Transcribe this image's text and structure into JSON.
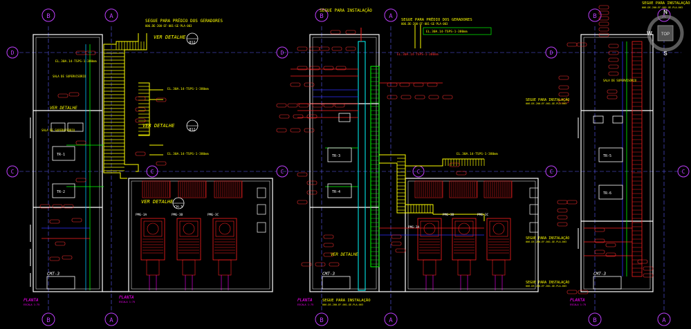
{
  "grid_markers": {
    "top": [
      "B",
      "A",
      "B",
      "A",
      "B",
      "A"
    ],
    "bottom": [
      "B",
      "A",
      "B",
      "A",
      "B",
      "A"
    ],
    "side": [
      "C",
      "C",
      "C",
      "C",
      "C",
      "C"
    ],
    "side_small": [
      "D",
      "D",
      "D"
    ]
  },
  "nav_cube": {
    "n": "N",
    "w": "W",
    "s": "S",
    "top": "TOP"
  },
  "left_panel": {
    "header_text": "SEGUE PARA PRÉDIO DOS GERADORES",
    "header_ref": "006.DE-200-EF-001-GE-PLA-003",
    "ver_detalhe_1": "VER DETALHE",
    "detalhe_ref_1": "012",
    "ver_detalhe_2": "VER DETALHE",
    "detalhe_ref_2": "012",
    "ver_detalhe_3": "VER DETALHE",
    "detalhe_ref_3": "CH-3",
    "ver_detalhe_4": "VER DETALHE",
    "sala_label": "SALA DE SUPERVISÓRIO",
    "tag_1": "EL.30A.14-TSPS-1-380mm",
    "tag_2": "EL.30A.14-TSPS-1-380mm",
    "tag_3": "EL.30A.14-TSPS-1-380mm",
    "sala2_label": "SALA DE SUPERVISÓRIO",
    "tr_1": "TR-1",
    "tr_2": "TR-2",
    "pmg_1": "PMG-3A",
    "pmg_2": "PMG-3B",
    "pmg_3": "PMG-3C",
    "cmt": "CMT-3",
    "planta": "PLANTA",
    "escala": "ESCALA 1:75"
  },
  "middle_panel": {
    "header_text": "SEGUE PARA INSTALAÇÃO",
    "header_text_2": "SEGUE PARA PRÉDIO DOS GERADORES",
    "header_ref": "006.DE-200-EF-001-GE-PLA-003",
    "tag_1": "EL.30A.14-TSPS-1-380mm",
    "tag_2": "EL.30A.14-TSPS-1-380mm",
    "tag_3": "EL.30A.14-TSPS-1-380mm",
    "tr_1": "TR-3",
    "tr_2": "TR-4",
    "pmg_1": "PMG-3A",
    "pmg_2": "PMG-3B",
    "pmg_3": "PMG-3C",
    "ver_detalhe": "VER DETALHE",
    "cmt": "CMT-3",
    "planta": "PLANTA",
    "escala": "ESCALA 1:75",
    "segue": "SEGUE PARA INSTALAÇÃO",
    "segue_ref": "006.DE-200-EF-001-GE-PLA-003"
  },
  "right_panel": {
    "header_text": "SEGUE PARA INSTALAÇÃO",
    "header_ref": "006.DE-200-EF-001-GE-PLA-003",
    "segue_1": "SEGUE PARA INSTALAÇÃO",
    "segue_1_ref": "006.DE-200-EF-001-GE-PLA-003",
    "segue_2": "SEGUE PARA INSTALAÇÃO",
    "segue_2_ref": "006.DE-200-EF-001-GE-PLA-003",
    "segue_3": "SEGUE PARA INSTALAÇÃO",
    "segue_3_ref": "006.DE-200-EF-001-GE-PLA-003",
    "sala_label": "SALA DE SUPERVISÓRIO",
    "tr_1": "TR-5",
    "tr_2": "TR-6",
    "cmt": "CMT-3",
    "planta": "PLANTA",
    "escala": "ESCALA 1:75"
  },
  "colors": {
    "background": "#000000",
    "wall": "#ffffff",
    "tray": "#ffff00",
    "cable_red": "#ff2020",
    "cable_green": "#00ff00",
    "cable_blue": "#3030ff",
    "text_yellow": "#ffff00",
    "text_magenta": "#ff00ff",
    "marker_magenta": "#c040ff",
    "label_red": "#ff3030",
    "cyan": "#00ffff"
  }
}
